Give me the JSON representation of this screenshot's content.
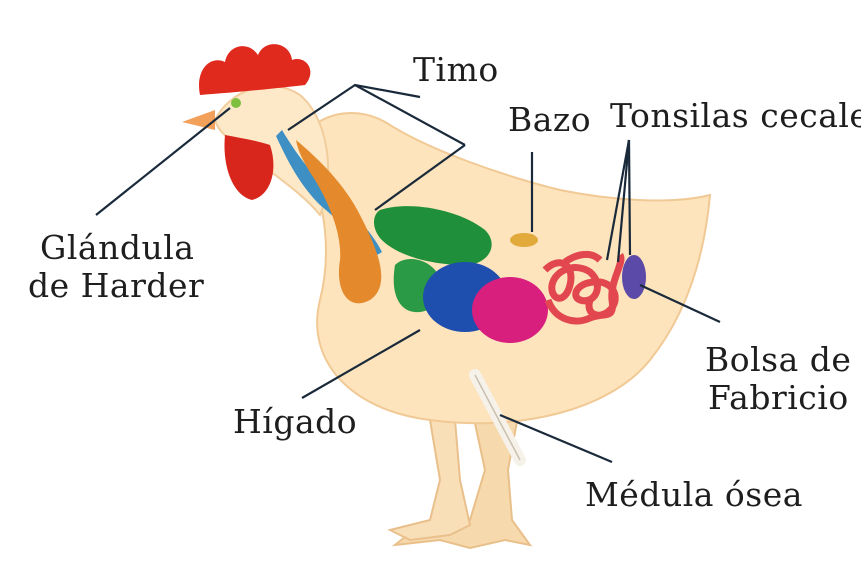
{
  "labels": {
    "timo": "Timo",
    "bazo": "Bazo",
    "tonsilas": "Tonsilas cecales",
    "glandula_line1": "Glándula",
    "glandula_line2": "de Harder",
    "bolsa_line1": "Bolsa de",
    "bolsa_line2": "Fabricio",
    "higado": "Hígado",
    "medula": "Médula ósea"
  },
  "colors": {
    "body": "#fde4bd",
    "comb": "#e12a1e",
    "beak": "#f3a05a",
    "timo": "#3d8fc4",
    "liver": "#e58a2c",
    "green_organ": "#1f8f3c",
    "stomach": "#1f4fae",
    "pink_organ": "#d81f7d",
    "intestine": "#e2474f",
    "bursa": "#5b4aa8",
    "spleen": "#e2aa3a",
    "leader_line": "#1a2a3a"
  }
}
